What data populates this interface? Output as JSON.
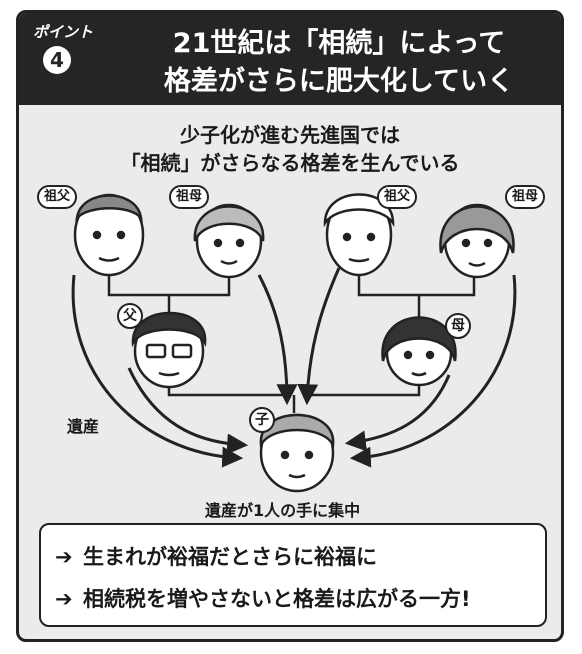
{
  "header": {
    "point_label": "ポイント",
    "point_number": "4",
    "title_line1": "21世紀は「相続」によって",
    "title_line2": "格差がさらに肥大化していく"
  },
  "subtitle": {
    "line1": "少子化が進む先進国では",
    "line2": "「相続」がさらなる格差を生んでいる"
  },
  "people": {
    "grandfather_left": "祖父",
    "grandmother_left": "祖母",
    "grandfather_right": "祖父",
    "grandmother_right": "祖母",
    "father": "父",
    "mother": "母",
    "child": "子"
  },
  "labels": {
    "inheritance": "遺産",
    "concentration": "遺産が1人の手に集中"
  },
  "result": {
    "arrow": "➔",
    "line1": "生まれが裕福だとさらに裕福に",
    "line2": "相続税を増やさないと格差は広がる一方!"
  }
}
